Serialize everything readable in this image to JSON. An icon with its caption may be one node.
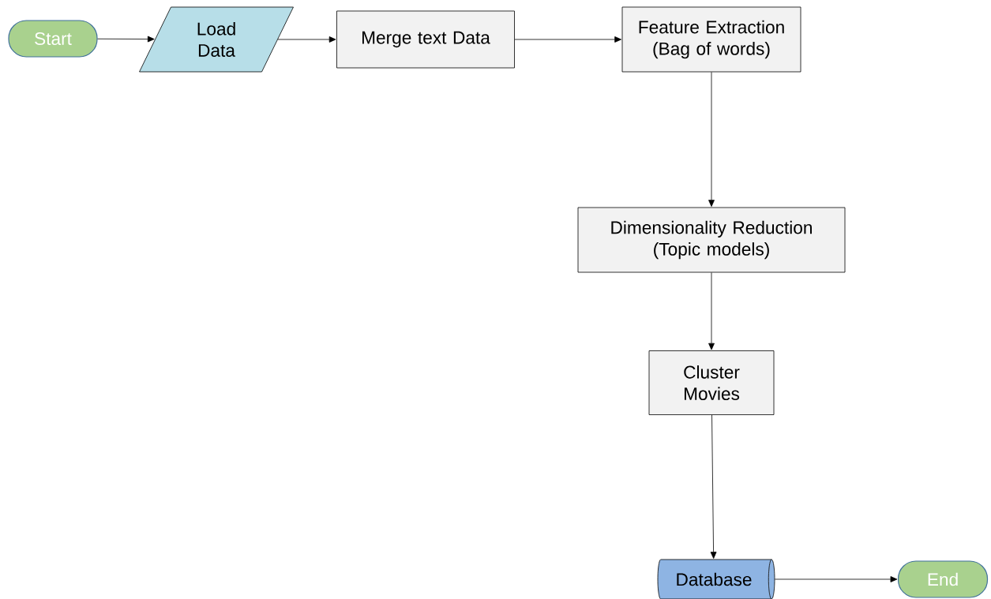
{
  "diagram": {
    "nodes": [
      {
        "text": [
          "Start"
        ]
      },
      {
        "text": [
          "Load Data"
        ]
      },
      {
        "text": [
          "Merge text Data"
        ]
      },
      {
        "text": [
          "Feature Extraction (Bag of words)"
        ]
      },
      {
        "text": [
          "Dimensionality Reduction (Topic models)"
        ]
      },
      {
        "text": [
          "Cluster Movies"
        ]
      },
      {
        "text": [
          "Database"
        ]
      },
      {
        "text": [
          "End"
        ]
      }
    ],
    "edges": [
      {
        "from": 0,
        "to": 1,
        "arrow": "to"
      },
      {
        "from": 1,
        "to": 2,
        "arrow": "to"
      },
      {
        "from": 2,
        "to": 3,
        "arrow": "to"
      },
      {
        "from": 3,
        "to": 4,
        "arrow": "to"
      },
      {
        "from": 4,
        "to": 5,
        "arrow": "to"
      },
      {
        "from": 5,
        "to": 6,
        "arrow": "to"
      },
      {
        "from": 6,
        "to": 7,
        "arrow": "to"
      }
    ]
  }
}
